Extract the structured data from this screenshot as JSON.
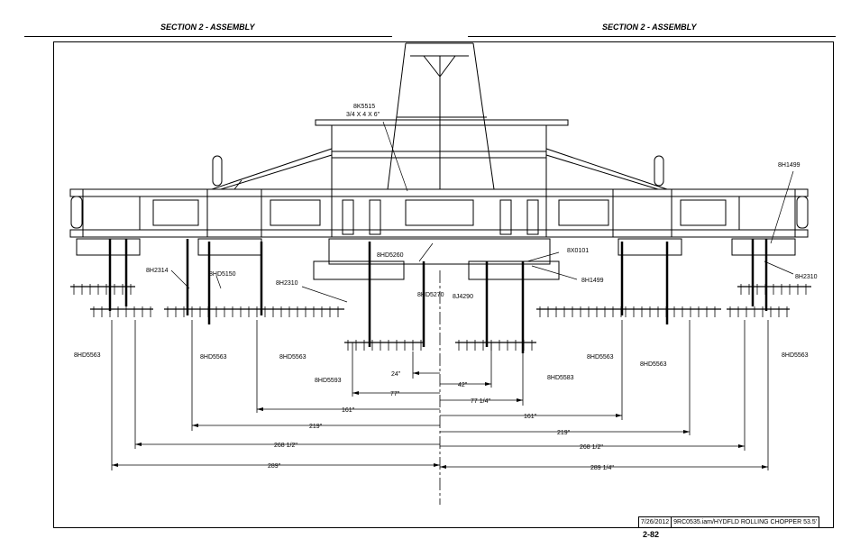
{
  "header": {
    "left_title": "SECTION 2 - ASSEMBLY",
    "right_title": "SECTION 2 - ASSEMBLY"
  },
  "parts": {
    "top_callout_1": "8K5515",
    "top_callout_2": "3/4 X 4 X 6\"",
    "left_8h2314": "8H2314",
    "left_8hd5150": "8HD5150",
    "center_8h2310": "8H2310",
    "center_8hd5260": "8HD5260",
    "center_8hd5270": "8HD5270",
    "center_8j4290": "8J4290",
    "center_8x0101": "8X0101",
    "center_8h1499": "8H1499",
    "right_8h1499": "8H1499",
    "right_8h2310": "8H2310",
    "bottom_1": "8HD5563",
    "bottom_2": "8HD5563",
    "bottom_3": "8HD5563",
    "bottom_4": "8HD5593",
    "bottom_5": "8HD5583",
    "bottom_6": "8HD5563",
    "bottom_7": "8HD5563",
    "bottom_8": "8HD5563"
  },
  "dimensions": {
    "d24": "24\"",
    "d42": "42\"",
    "d77": "77\"",
    "d77q": "77 1/4\"",
    "d161l": "161\"",
    "d161r": "161\"",
    "d219l": "219\"",
    "d219r": "219\"",
    "d268l": "268 1/2\"",
    "d268r": "268 1/2\"",
    "d289l": "289\"",
    "d289r": "289 1/4\""
  },
  "title_block": {
    "date": "7/26/2012",
    "file": "9RC0535.iam/HYDFLD ROLLING CHOPPER 53.5'"
  },
  "page_number": "2-82"
}
